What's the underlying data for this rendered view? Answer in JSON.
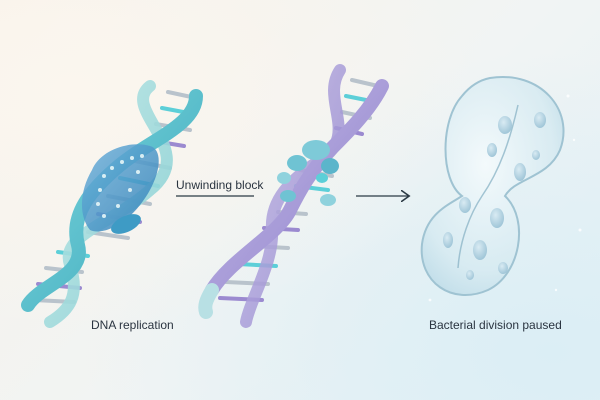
{
  "labels": {
    "dna_replication": "DNA replication",
    "unwinding_block": "Unwinding block",
    "bacterial_division": "Bacterial division paused"
  },
  "colors": {
    "helix_teal": "#4fbcc8",
    "helix_teal_dark": "#2c95a8",
    "helix_blue": "#3c8fc4",
    "helix_purple": "#a79ad6",
    "helix_purple_dark": "#8c7fc7",
    "rung_gray": "#b9c3cc",
    "rung_cyan": "#5ccfd8",
    "rung_purple": "#9b8ad0",
    "cell_fill": "#cfe6ee",
    "cell_stroke": "#9fc3d2",
    "arrow": "#2b3a44"
  }
}
